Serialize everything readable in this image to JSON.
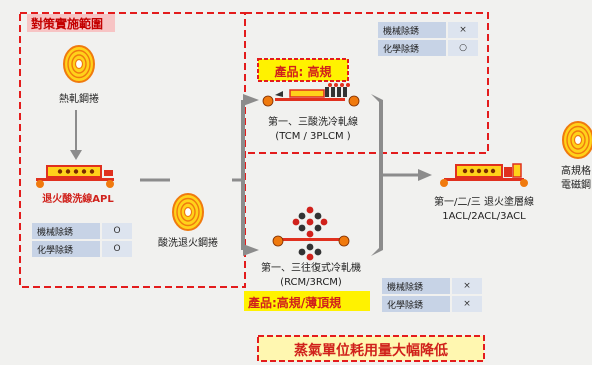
{
  "scope": {
    "title": "對策實施範圍",
    "color": "#e31c1c"
  },
  "hot_coil": {
    "label": "熱軋鋼捲"
  },
  "apl": {
    "label": "退火酸洗線APL"
  },
  "pickled_coil": {
    "label": "酸洗退火鋼捲"
  },
  "tcm": {
    "product": "產品: 高規",
    "label1": "第一、三酸洗冷軋線",
    "label2": "(TCM / 3PLCM )"
  },
  "rcm": {
    "product": "產品:高規/薄頂規",
    "label1": "第一、三往復式冷軋機",
    "label2": "(RCM/3RCM)"
  },
  "acl": {
    "label1": "第一/二/三 退火塗層線",
    "label2": "1ACL/2ACL/3ACL"
  },
  "right_product": {
    "line1": "高規格",
    "line2": "電磁鋼"
  },
  "highlight": {
    "text": "蒸氣單位耗用量大幅降低"
  },
  "tables": {
    "top": [
      {
        "method": "機械除銹",
        "mark": "×"
      },
      {
        "method": "化學除銹",
        "mark": "○"
      }
    ],
    "apl": [
      {
        "method": "機械除銹",
        "mark": "O"
      },
      {
        "method": "化學除銹",
        "mark": "O"
      }
    ],
    "rcm": [
      {
        "method": "機械除銹",
        "mark": "×"
      },
      {
        "method": "化學除銹",
        "mark": "×"
      }
    ]
  },
  "colors": {
    "coil_yellow": "#ffd21a",
    "coil_orange": "#f07a0e",
    "line_red": "#e0301e",
    "product_yellow": "#fff200",
    "arrow_gray": "#8c8c8c"
  }
}
